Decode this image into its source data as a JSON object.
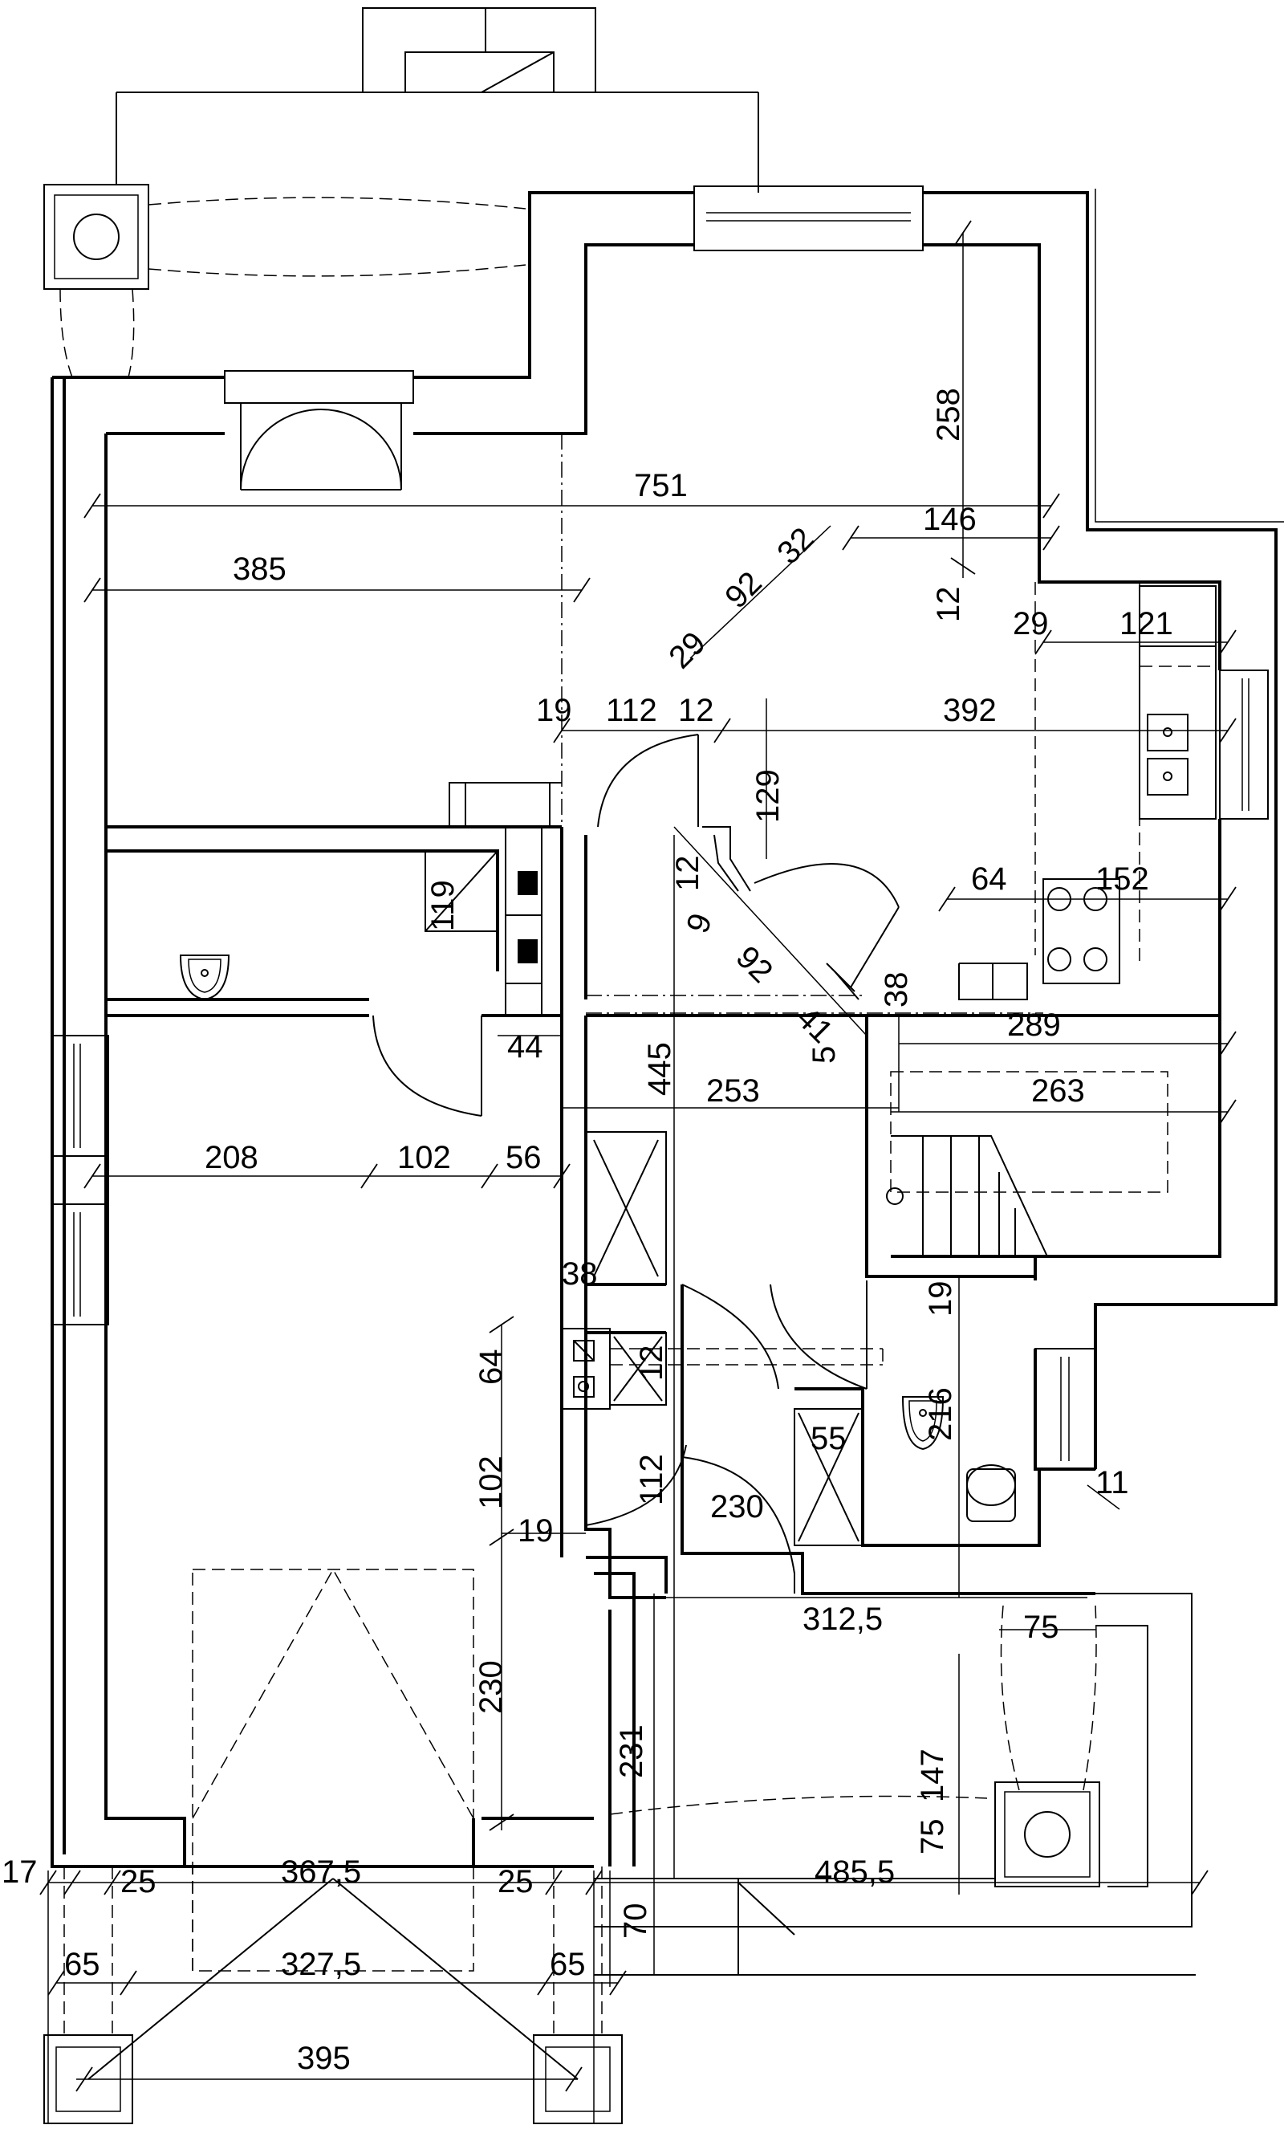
{
  "dimension_labels": {
    "d751": "751",
    "d385": "385",
    "d258": "258",
    "d146": "146",
    "d12a": "12",
    "d32": "32",
    "d92a": "92",
    "d29a": "29",
    "d29b": "29",
    "d121": "121",
    "d19a": "19",
    "d112a": "112",
    "d12b": "12",
    "d392": "392",
    "d129": "129",
    "d119": "119",
    "d12c": "12",
    "d9": "9",
    "d92b": "92",
    "d64a": "64",
    "d152": "152",
    "d38a": "38",
    "d41": "41",
    "d5": "5",
    "d289": "289",
    "d44": "44",
    "d445": "445",
    "d253": "253",
    "d263": "263",
    "d208": "208",
    "d102a": "102",
    "d56": "56",
    "d38b": "38",
    "d19b": "19",
    "d64b": "64",
    "d12d": "12",
    "d216": "216",
    "d55": "55",
    "d102b": "102",
    "d112b": "112",
    "d19c": "19",
    "d230a": "230",
    "d11": "11",
    "d312": "312,5",
    "d75a": "75",
    "d230b": "230",
    "d231": "231",
    "d147": "147",
    "d75b": "75",
    "d17": "17",
    "d25a": "25",
    "d3675": "367,5",
    "d25b": "25",
    "d4855": "485,5",
    "d70": "70",
    "d65a": "65",
    "d3275": "327,5",
    "d65b": "65",
    "d395": "395"
  }
}
